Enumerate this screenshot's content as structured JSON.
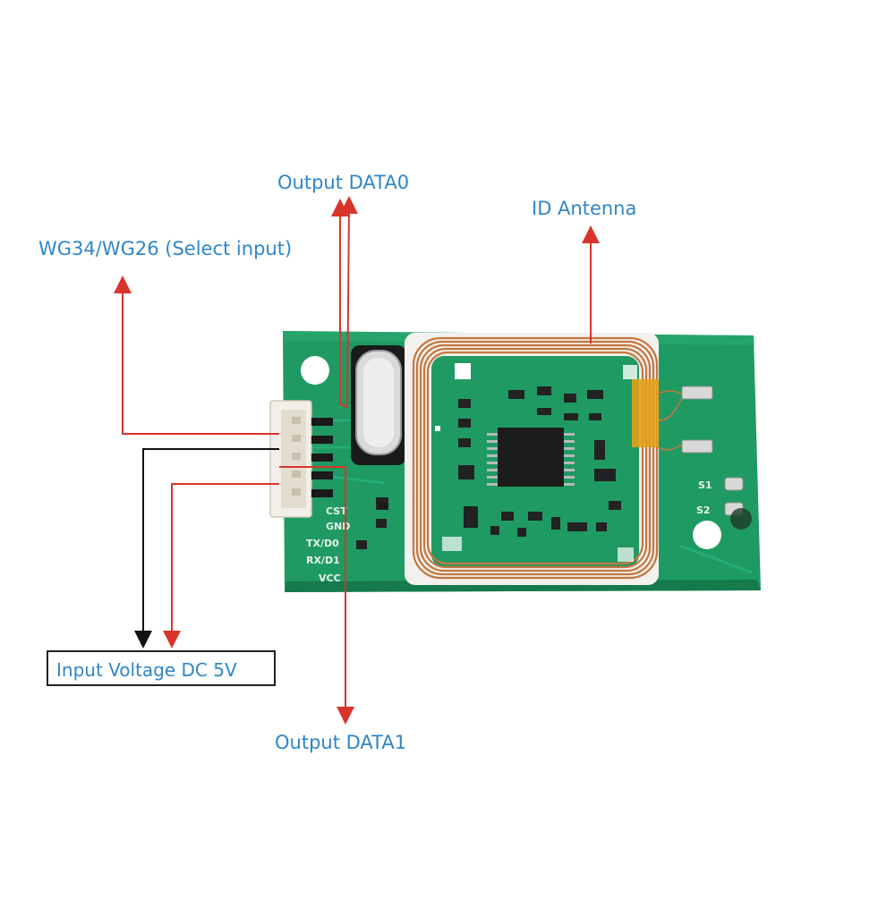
{
  "labels": {
    "output_data0": "Output DATA0",
    "id_antenna": "ID Antenna",
    "wg_select": "WG34/WG26 (Select input)",
    "input_voltage": "Input Voltage DC 5V",
    "output_data1": "Output DATA1"
  },
  "silkscreen": {
    "pins": [
      "CST",
      "GND",
      "TX/D0",
      "RX/D1",
      "VCC"
    ],
    "s1": "S1",
    "s2": "S2",
    "part": "5D"
  },
  "colors": {
    "label_text": "#2f86c8",
    "arrow_red": "#d9342b",
    "arrow_black": "#111111",
    "pcb_green": "#1f9a63",
    "coil_copper": "#c4763f",
    "tape_yellow": "#e3a11b"
  }
}
